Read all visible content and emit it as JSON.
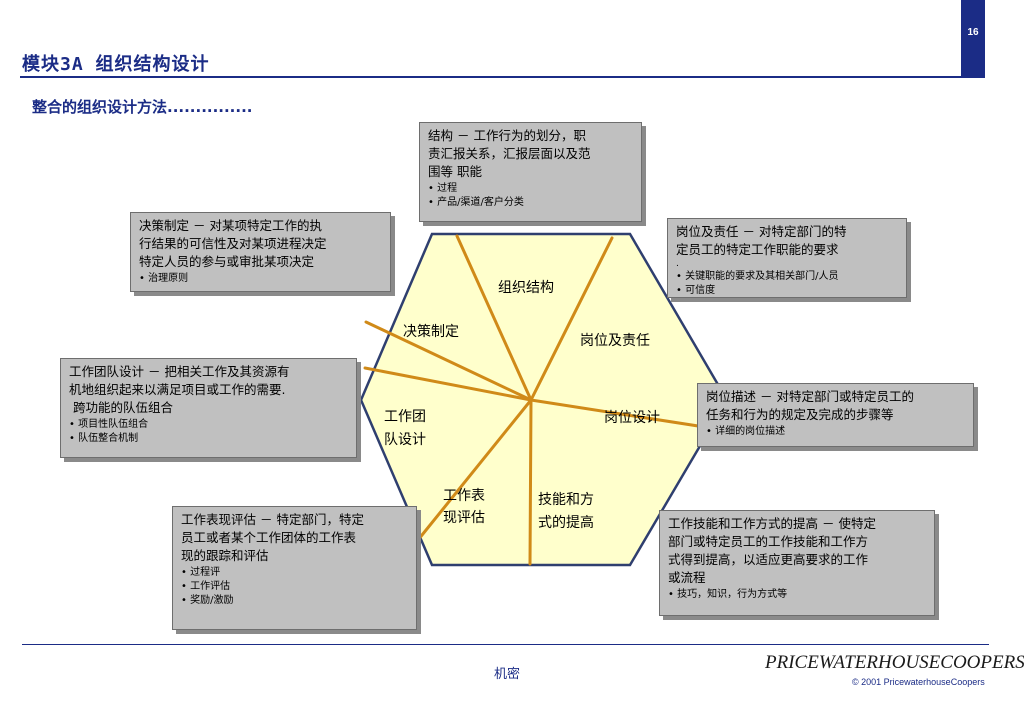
{
  "page_number": "16",
  "title": "模块3A 组织结构设计",
  "subtitle": "整合的组织设计方法...............",
  "segments": {
    "org_structure": "组织结构",
    "decision": "决策制定",
    "position_resp": "岗位及责任",
    "team_l1": "工作团",
    "team_l2": "队设计",
    "position_design": "岗位设计",
    "perf_l1": "工作表",
    "perf_l2": "现评估",
    "skills_l1": "技能和方",
    "skills_l2": "式的提高"
  },
  "boxes": {
    "structure": {
      "lines": [
        "结构 － 工作行为的划分，职",
        "责汇报关系，汇报层面以及范",
        "围等 职能"
      ],
      "bullets": [
        "过程",
        "产品/渠道/客户分类"
      ]
    },
    "decision": {
      "lines": [
        "决策制定 － 对某项特定工作的执",
        "行结果的可信性及对某项进程决定",
        "特定人员的参与或审批某项决定"
      ],
      "bullets": [
        "治理原则"
      ]
    },
    "position_resp": {
      "lines": [
        "岗位及责任 － 对特定部门的特",
        "定员工的特定工作职能的要求"
      ],
      "extra": ".",
      "bullets": [
        "关键职能的要求及其相关部门/人员",
        "可信度"
      ]
    },
    "team": {
      "lines": [
        "工作团队设计 － 把相关工作及其资源有",
        "机地组织起来以满足项目或工作的需要.",
        " 跨功能的队伍组合"
      ],
      "bullets": [
        "项目性队伍组合",
        "队伍整合机制"
      ]
    },
    "position_design": {
      "lines": [
        "岗位描述 － 对特定部门或特定员工的",
        "任务和行为的规定及完成的步骤等"
      ],
      "bullets": [
        "详细的岗位描述"
      ]
    },
    "performance": {
      "lines": [
        "工作表现评估 － 特定部门，特定",
        "员工或者某个工作团体的工作表",
        "现的跟踪和评估"
      ],
      "bullets": [
        "过程评",
        "工作评估",
        "奖励/激励"
      ]
    },
    "skills": {
      "lines": [
        "工作技能和工作方式的提高 － 使特定",
        "部门或特定员工的工作技能和工作方",
        "式得到提高，以适应更高要求的工作",
        "或流程"
      ],
      "bullets": [
        "技巧，知识，行为方式等"
      ]
    }
  },
  "footer": {
    "confidential": "机密",
    "logo": "PRICEWATERHOUSECOOPERS",
    "copyright": "© 2001 PricewaterhouseCoopers"
  },
  "colors": {
    "brand_blue": "#1b2c86",
    "hexagon_fill": "#ffffcc",
    "hexagon_border": "#2f3f6f",
    "divider": "#d08a18",
    "box_fill": "#c0c0c0"
  }
}
